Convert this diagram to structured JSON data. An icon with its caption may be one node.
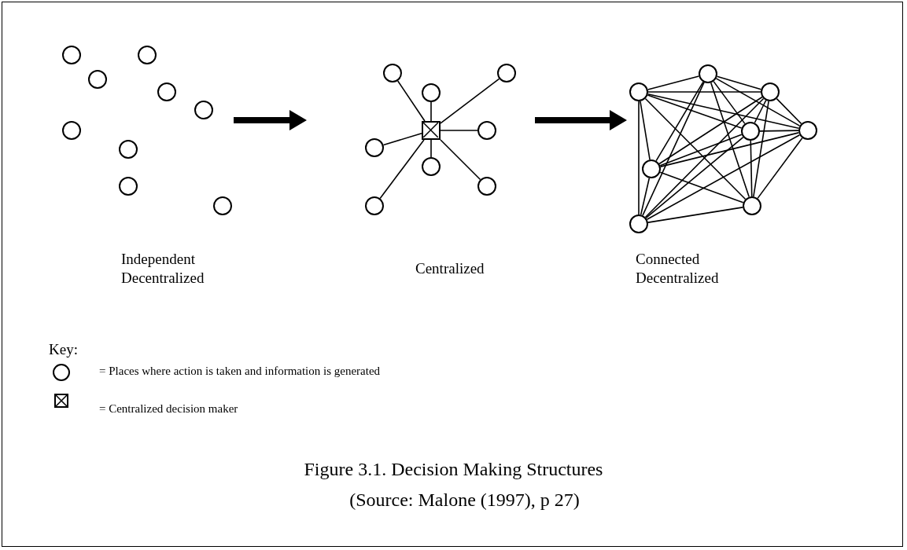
{
  "diagram": {
    "title": "Figure 3.1. Decision Making Structures",
    "caption": "(Source: Malone (1997), p 27)",
    "nodes": [
      {
        "text": [],
        "shape": "circle"
      },
      {
        "text": [],
        "shape": "circle"
      },
      {
        "text": [],
        "shape": "circle"
      },
      {
        "text": [],
        "shape": "circle"
      },
      {
        "text": [],
        "shape": "circle"
      },
      {
        "text": [],
        "shape": "circle"
      },
      {
        "text": [],
        "shape": "circle"
      },
      {
        "text": [],
        "shape": "circle"
      },
      {
        "text": [],
        "shape": "circle"
      },
      {
        "text": [],
        "shape": "circle"
      },
      {
        "text": [],
        "shape": "circle"
      },
      {
        "text": [],
        "shape": "circle"
      },
      {
        "text": [],
        "shape": "box"
      },
      {
        "text": [],
        "shape": "circle"
      },
      {
        "text": [],
        "shape": "circle"
      },
      {
        "text": [],
        "shape": "circle"
      },
      {
        "text": [],
        "shape": "circle"
      },
      {
        "text": [],
        "shape": "circle"
      },
      {
        "text": [],
        "shape": "circle"
      },
      {
        "text": [],
        "shape": "circle"
      },
      {
        "text": [],
        "shape": "circle"
      },
      {
        "text": [],
        "shape": "circle"
      },
      {
        "text": [],
        "shape": "circle"
      },
      {
        "text": [],
        "shape": "circle"
      },
      {
        "text": [],
        "shape": "circle"
      },
      {
        "text": [],
        "shape": "circle"
      }
    ],
    "edges": [
      {
        "from": 12,
        "to": 9,
        "arrow": "none"
      },
      {
        "from": 12,
        "to": 10,
        "arrow": "none"
      },
      {
        "from": 12,
        "to": 11,
        "arrow": "none"
      },
      {
        "from": 12,
        "to": 13,
        "arrow": "none"
      },
      {
        "from": 12,
        "to": 14,
        "arrow": "none"
      },
      {
        "from": 12,
        "to": 15,
        "arrow": "none"
      },
      {
        "from": 12,
        "to": 16,
        "arrow": "none"
      },
      {
        "from": 12,
        "to": 17,
        "arrow": "none"
      },
      {
        "from": 18,
        "to": 19,
        "arrow": "none"
      },
      {
        "from": 18,
        "to": 20,
        "arrow": "none"
      },
      {
        "from": 18,
        "to": 21,
        "arrow": "none"
      },
      {
        "from": 18,
        "to": 22,
        "arrow": "none"
      },
      {
        "from": 18,
        "to": 23,
        "arrow": "none"
      },
      {
        "from": 18,
        "to": 24,
        "arrow": "none"
      },
      {
        "from": 18,
        "to": 25,
        "arrow": "none"
      },
      {
        "from": 19,
        "to": 20,
        "arrow": "none"
      },
      {
        "from": 19,
        "to": 21,
        "arrow": "none"
      },
      {
        "from": 19,
        "to": 22,
        "arrow": "none"
      },
      {
        "from": 19,
        "to": 23,
        "arrow": "none"
      },
      {
        "from": 19,
        "to": 24,
        "arrow": "none"
      },
      {
        "from": 19,
        "to": 25,
        "arrow": "none"
      },
      {
        "from": 20,
        "to": 21,
        "arrow": "none"
      },
      {
        "from": 20,
        "to": 22,
        "arrow": "none"
      },
      {
        "from": 20,
        "to": 23,
        "arrow": "none"
      },
      {
        "from": 20,
        "to": 24,
        "arrow": "none"
      },
      {
        "from": 20,
        "to": 25,
        "arrow": "none"
      },
      {
        "from": 21,
        "to": 22,
        "arrow": "none"
      },
      {
        "from": 21,
        "to": 23,
        "arrow": "none"
      },
      {
        "from": 21,
        "to": 24,
        "arrow": "none"
      },
      {
        "from": 21,
        "to": 25,
        "arrow": "none"
      },
      {
        "from": 22,
        "to": 23,
        "arrow": "none"
      },
      {
        "from": 22,
        "to": 24,
        "arrow": "none"
      },
      {
        "from": 22,
        "to": 25,
        "arrow": "none"
      },
      {
        "from": 23,
        "to": 24,
        "arrow": "none"
      },
      {
        "from": 23,
        "to": 25,
        "arrow": "none"
      },
      {
        "from": 24,
        "to": 25,
        "arrow": "none"
      }
    ],
    "labels": [
      "Independent Decentralized",
      "Centralized",
      "Connected Decentralized",
      "Key:"
    ],
    "legend": [
      {
        "text": "= Places where action is taken and information is generated"
      },
      {
        "text": "= Centralized decision maker"
      }
    ]
  }
}
